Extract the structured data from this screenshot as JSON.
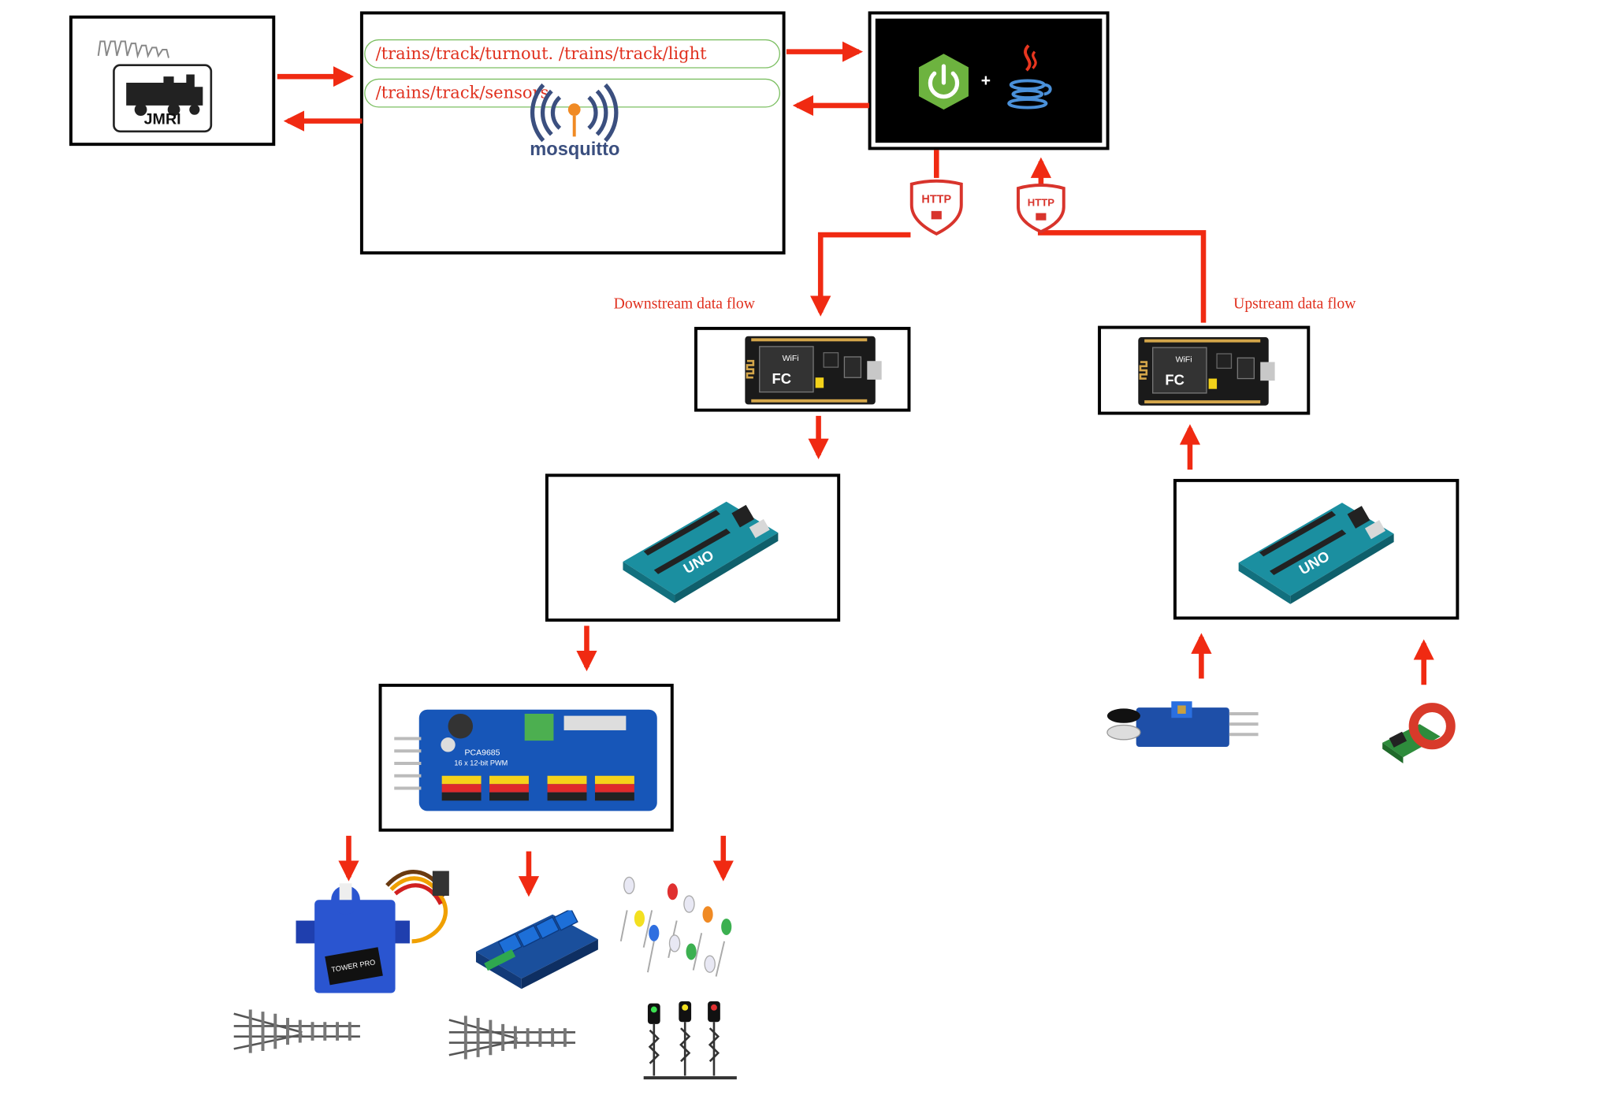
{
  "diagram": {
    "jmri_logo_text": "JMRI",
    "mqtt": {
      "topics": [
        "/trains/track/turnout. /trains/track/light",
        "/trains/track/sensors"
      ],
      "logo_text": "mosquitto"
    },
    "backend": {
      "plus_symbol": "+",
      "spring_icon": "spring-power-icon",
      "java_icon": "java-cup-icon"
    },
    "http_badges": [
      "HTTP",
      "HTTP"
    ],
    "labels": {
      "downstream": "Downstream data flow",
      "upstream": "Upstream data flow"
    },
    "boards": {
      "esp_text": "FC",
      "wifi_text": "WiFi",
      "uno_text": "UNO",
      "pwm_text": "PCA9685",
      "pwm_subtext": "16 x 12-bit PWM",
      "servo_brand": "TOWER PRO"
    },
    "colors": {
      "arrow": "#f02a12",
      "http_badge": "#d8342c",
      "mqtt_border": "#7cbf62",
      "arduino_teal": "#1b8fa0",
      "esp_black": "#1a1a1a",
      "pwm_blue": "#1756b8",
      "spring_green": "#6db33f"
    }
  }
}
